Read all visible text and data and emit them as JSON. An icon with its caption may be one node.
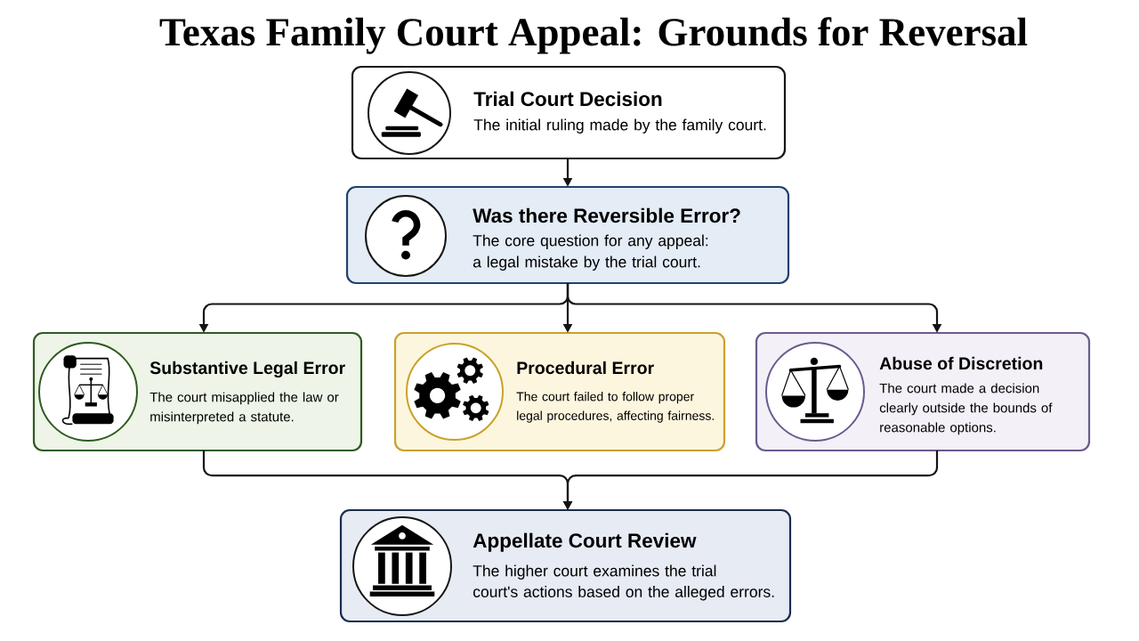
{
  "diagram": {
    "title": "Texas Family Court Appeal: Grounds for Reversal",
    "nodes": [
      {
        "text": [
          "Trial Court Decision",
          "The initial ruling made by the family court."
        ]
      },
      {
        "text": [
          "Was there Reversible Error?",
          "The core question for any appeal: a legal mistake by the trial court."
        ]
      },
      {
        "text": [
          "Substantive Legal Error",
          "The court misapplied the law or misinterpreted a statute."
        ]
      },
      {
        "text": [
          "Procedural Error",
          "The court failed to follow proper legal procedures, affecting fairness."
        ]
      },
      {
        "text": [
          "Abuse of Discretion",
          "The court made a decision clearly outside the bounds of reasonable options."
        ]
      },
      {
        "text": [
          "Appellate Court Review",
          "The higher court examines the trial court's actions based on the alleged errors."
        ]
      }
    ],
    "edges": [
      {
        "from": 0,
        "to": 1,
        "arrow": "to"
      },
      {
        "from": 1,
        "to": 2,
        "arrow": "to"
      },
      {
        "from": 1,
        "to": 3,
        "arrow": "to"
      },
      {
        "from": 1,
        "to": 4,
        "arrow": "to"
      },
      {
        "from": 2,
        "to": 5,
        "arrow": "to"
      },
      {
        "from": 4,
        "to": 5,
        "arrow": "to"
      }
    ]
  }
}
